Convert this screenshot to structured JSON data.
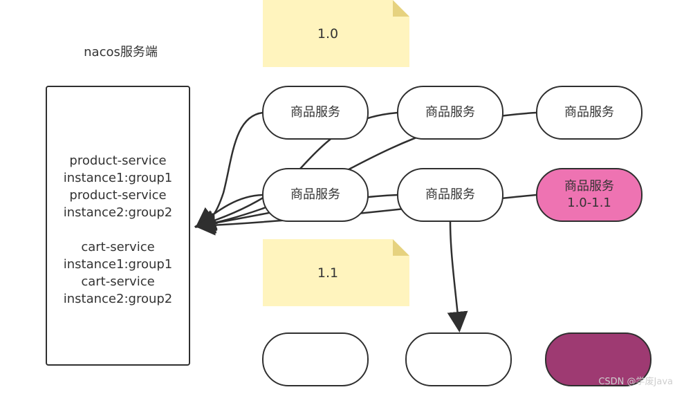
{
  "title": "nacos服务端",
  "server_box": {
    "lines": [
      "product-service",
      "instance1:group1",
      "product-service",
      "instance2:group2",
      "",
      "cart-service",
      "instance1:group1",
      "cart-service",
      "instance2:group2"
    ]
  },
  "notes": [
    {
      "label": "1.0"
    },
    {
      "label": "1.1"
    }
  ],
  "nodes": [
    {
      "label": "商品服务"
    },
    {
      "label": "商品服务"
    },
    {
      "label": "商品服务"
    },
    {
      "label": "商品服务"
    },
    {
      "label": "商品服务"
    },
    {
      "label": "商品服务\n1.0-1.1"
    },
    {
      "label": ""
    },
    {
      "label": ""
    },
    {
      "label": ""
    }
  ],
  "colors": {
    "note": "#fff4be",
    "note_fold": "#e6d27f",
    "highlight_node": "#ee73b2",
    "dark_node": "#9e3a72",
    "border": "#2f2f2f"
  },
  "watermark": "CSDN @学废Java"
}
